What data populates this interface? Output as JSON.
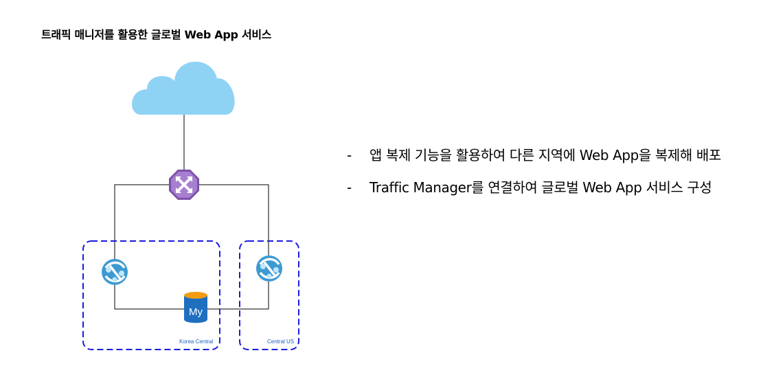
{
  "page": {
    "title": "트래픽 매니저를 활용한 글로벌 Web App 서비스"
  },
  "diagram": {
    "cloud_icon": "cloud-icon",
    "traffic_manager_icon": "traffic-manager-icon",
    "app_service_icon": "app-service-icon",
    "mysql_icon": "mysql-icon",
    "mysql_glyph": "My",
    "regions": [
      {
        "label": "Korea Central"
      },
      {
        "label": "Central US"
      }
    ],
    "colors": {
      "cloud": "#8fd3f4",
      "traffic_manager": "#8e5fb5",
      "app_service": "#3d9ad1",
      "mysql_top": "#f39c12",
      "mysql_body": "#1f6fbf",
      "region_border": "#1a1ae0",
      "line": "#000000"
    }
  },
  "bullets": [
    {
      "dash": "-",
      "text": "앱 복제 기능을 활용하여 다른 지역에 Web App을 복제해 배포"
    },
    {
      "dash": "-",
      "text": "Traffic Manager를 연결하여 글로벌 Web App 서비스 구성"
    }
  ]
}
